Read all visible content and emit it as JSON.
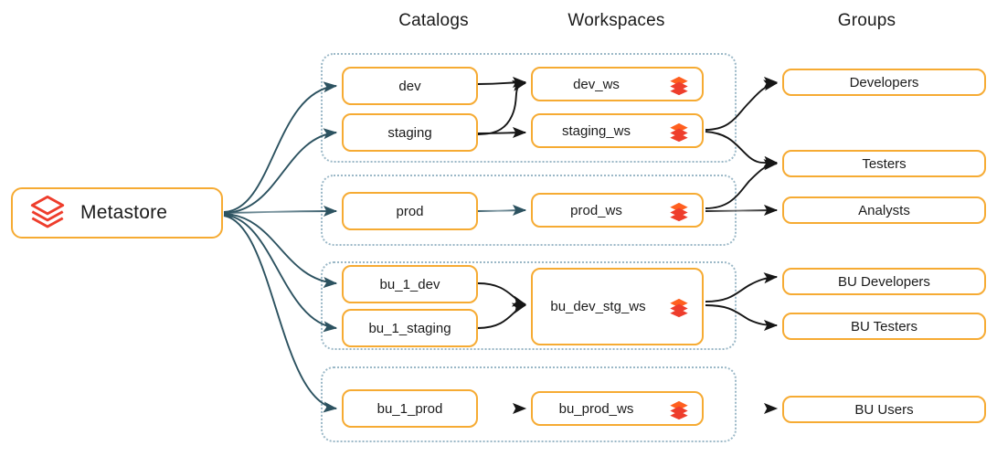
{
  "diagram": {
    "title_columns": [
      {
        "label": "Catalogs"
      },
      {
        "label": "Workspaces"
      },
      {
        "label": "Groups"
      }
    ],
    "root": {
      "label": "Metastore",
      "icon": "databricks-logo-outline-icon"
    },
    "colors": {
      "node_border": "#f6ab33",
      "group_border": "#9bb8c7",
      "text": "#1b1b1b",
      "edge_dark": "#2c5260",
      "edge_black": "#161616",
      "icon_red": "#ee3d2c",
      "icon_orange": "#ff5f1f",
      "background": "#ffffff"
    },
    "groups": [
      {
        "name": "env-group-dev-staging"
      },
      {
        "name": "env-group-prod"
      },
      {
        "name": "env-group-bu-dev-staging"
      },
      {
        "name": "env-group-bu-prod"
      }
    ],
    "catalogs": [
      {
        "label": "dev"
      },
      {
        "label": "staging"
      },
      {
        "label": "prod"
      },
      {
        "label": "bu_1_dev"
      },
      {
        "label": "bu_1_staging"
      },
      {
        "label": "bu_1_prod"
      }
    ],
    "workspaces": [
      {
        "label": "dev_ws",
        "icon": "databricks-logo-icon"
      },
      {
        "label": "staging_ws",
        "icon": "databricks-logo-icon"
      },
      {
        "label": "prod_ws",
        "icon": "databricks-logo-icon"
      },
      {
        "label": "bu_dev_stg_ws",
        "icon": "databricks-logo-icon"
      },
      {
        "label": "bu_prod_ws",
        "icon": "databricks-logo-icon"
      }
    ],
    "user_groups": [
      {
        "label": "Developers"
      },
      {
        "label": "Testers"
      },
      {
        "label": "Analysts"
      },
      {
        "label": "BU Developers"
      },
      {
        "label": "BU Testers"
      },
      {
        "label": "BU Users"
      }
    ],
    "edges": [
      {
        "from": "Metastore",
        "to": "dev"
      },
      {
        "from": "Metastore",
        "to": "staging"
      },
      {
        "from": "Metastore",
        "to": "prod"
      },
      {
        "from": "Metastore",
        "to": "bu_1_dev"
      },
      {
        "from": "Metastore",
        "to": "bu_1_staging"
      },
      {
        "from": "Metastore",
        "to": "bu_1_prod"
      },
      {
        "from": "dev",
        "to": "dev_ws"
      },
      {
        "from": "staging",
        "to": "dev_ws"
      },
      {
        "from": "staging",
        "to": "staging_ws"
      },
      {
        "from": "prod",
        "to": "prod_ws"
      },
      {
        "from": "bu_1_dev",
        "to": "bu_dev_stg_ws"
      },
      {
        "from": "bu_1_staging",
        "to": "bu_dev_stg_ws"
      },
      {
        "from": "bu_1_prod",
        "to": "bu_prod_ws"
      },
      {
        "from": "dev_ws",
        "to": "Developers"
      },
      {
        "from": "staging_ws",
        "to": "Developers"
      },
      {
        "from": "staging_ws",
        "to": "Testers"
      },
      {
        "from": "prod_ws",
        "to": "Testers"
      },
      {
        "from": "prod_ws",
        "to": "Analysts"
      },
      {
        "from": "bu_dev_stg_ws",
        "to": "BU Developers"
      },
      {
        "from": "bu_dev_stg_ws",
        "to": "BU Testers"
      },
      {
        "from": "bu_prod_ws",
        "to": "BU Users"
      }
    ]
  }
}
